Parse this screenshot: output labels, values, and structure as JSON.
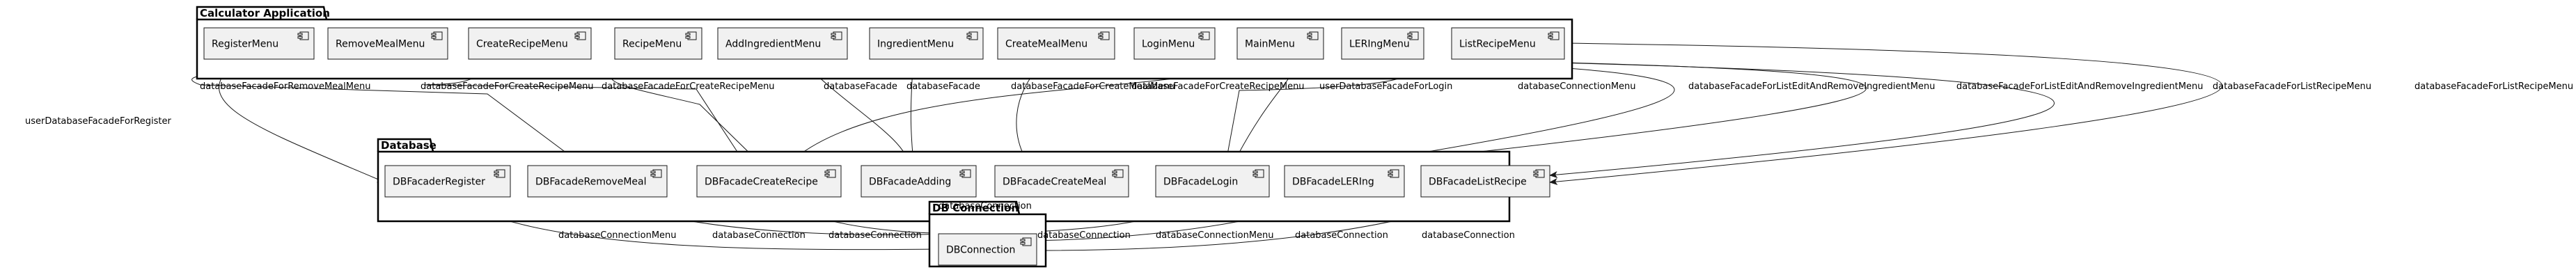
{
  "packages": [
    {
      "id": "app",
      "title": "Calculator Application"
    },
    {
      "id": "db",
      "title": "Database"
    },
    {
      "id": "conn",
      "title": "DB Connection"
    }
  ],
  "components": [
    {
      "id": "RegisterMenu",
      "label": "RegisterMenu",
      "package": "app"
    },
    {
      "id": "RemoveMealMenu",
      "label": "RemoveMealMenu",
      "package": "app"
    },
    {
      "id": "CreateRecipeMenu",
      "label": "CreateRecipeMenu",
      "package": "app"
    },
    {
      "id": "RecipeMenu",
      "label": "RecipeMenu",
      "package": "app"
    },
    {
      "id": "AddIngredientMenu",
      "label": "AddIngredientMenu",
      "package": "app"
    },
    {
      "id": "IngredientMenu",
      "label": "IngredientMenu",
      "package": "app"
    },
    {
      "id": "CreateMealMenu",
      "label": "CreateMealMenu",
      "package": "app"
    },
    {
      "id": "LoginMenu",
      "label": "LoginMenu",
      "package": "app"
    },
    {
      "id": "MainMenu",
      "label": "MainMenu",
      "package": "app"
    },
    {
      "id": "LERingMenu",
      "label": "LERIngMenu",
      "package": "app"
    },
    {
      "id": "ListRecipeMenu",
      "label": "ListRecipeMenu",
      "package": "app"
    },
    {
      "id": "DBFacadeRegister",
      "label": "DBFacaderRegister",
      "package": "db"
    },
    {
      "id": "DBFacadeRemoveMeal",
      "label": "DBFacadeRemoveMeal",
      "package": "db"
    },
    {
      "id": "DBFacadeCreateRecipe",
      "label": "DBFacadeCreateRecipe",
      "package": "db"
    },
    {
      "id": "DBFacadeAdding",
      "label": "DBFacadeAdding",
      "package": "db"
    },
    {
      "id": "DBFacadeCreateMeal",
      "label": "DBFacadeCreateMeal",
      "package": "db"
    },
    {
      "id": "DBFacadeLogin",
      "label": "DBFacadeLogin",
      "package": "db"
    },
    {
      "id": "DBFacadeLERing",
      "label": "DBFacadeLERIng",
      "package": "db"
    },
    {
      "id": "DBFacadeListRecipe",
      "label": "DBFacadeListRecipe",
      "package": "db"
    },
    {
      "id": "DBConnection",
      "label": "DBConnection",
      "package": "conn"
    }
  ],
  "edges": [
    {
      "from": "RegisterMenu",
      "to": "DBFacadeRegister",
      "label": "userDatabaseFacadeForRegister"
    },
    {
      "from": "RemoveMealMenu",
      "to": "DBFacadeRemoveMeal",
      "label": "databaseFacadeForRemoveMealMenu"
    },
    {
      "from": "CreateRecipeMenu",
      "to": "DBFacadeCreateRecipe",
      "label": "databaseFacadeForCreateRecipeMenu"
    },
    {
      "from": "RecipeMenu",
      "to": "DBFacadeCreateRecipe",
      "label": "databaseFacadeForCreateRecipeMenu"
    },
    {
      "from": "AddIngredientMenu",
      "to": "DBFacadeAdding",
      "label": "databaseFacade"
    },
    {
      "from": "IngredientMenu",
      "to": "DBFacadeAdding",
      "label": "databaseFacade"
    },
    {
      "from": "CreateMealMenu",
      "to": "DBFacadeCreateMeal",
      "label": "databaseFacadeForCreateMealMenu"
    },
    {
      "from": "MainMenu",
      "to": "DBFacadeCreateRecipe",
      "label": "databaseFacadeForCreateRecipeMenu"
    },
    {
      "from": "MainMenu",
      "to": "DBFacadeLogin",
      "label": "userDatabaseFacadeForLogin"
    },
    {
      "from": "LERingMenu",
      "to": "DBFacadeLogin",
      "label": "databaseConnectionMenu"
    },
    {
      "from": "LERingMenu",
      "to": "DBFacadeLERing",
      "label": "databaseFacadeForListEditAndRemoveIngredientMenu"
    },
    {
      "from": "LERingMenu",
      "to": "DBFacadeLERing",
      "label": "databaseFacadeForListEditAndRemoveIngredientMenu"
    },
    {
      "from": "LERingMenu",
      "to": "DBFacadeListRecipe",
      "label": "databaseFacadeForListRecipeMenu"
    },
    {
      "from": "ListRecipeMenu",
      "to": "DBFacadeListRecipe",
      "label": "databaseFacadeForListRecipeMenu"
    },
    {
      "from": "DBFacadeRegister",
      "to": "DBConnection",
      "label": "databaseConnectionMenu"
    },
    {
      "from": "DBFacadeRemoveMeal",
      "to": "DBConnection",
      "label": "databaseConnection"
    },
    {
      "from": "DBFacadeCreateRecipe",
      "to": "DBConnection",
      "label": "databaseConnection"
    },
    {
      "from": "DBFacadeAdding",
      "to": "DBConnection",
      "label": "databaseConnection"
    },
    {
      "from": "DBFacadeCreateMeal",
      "to": "DBConnection",
      "label": "databaseConnection"
    },
    {
      "from": "DBFacadeLogin",
      "to": "DBConnection",
      "label": "databaseConnectionMenu"
    },
    {
      "from": "DBFacadeLERing",
      "to": "DBConnection",
      "label": "databaseConnection"
    },
    {
      "from": "DBFacadeListRecipe",
      "to": "DBConnection",
      "label": "databaseConnection"
    }
  ],
  "colors": {
    "component_fill": "#f1f1f1",
    "component_stroke": "#181818",
    "package_stroke": "#000000",
    "edge": "#181818"
  }
}
